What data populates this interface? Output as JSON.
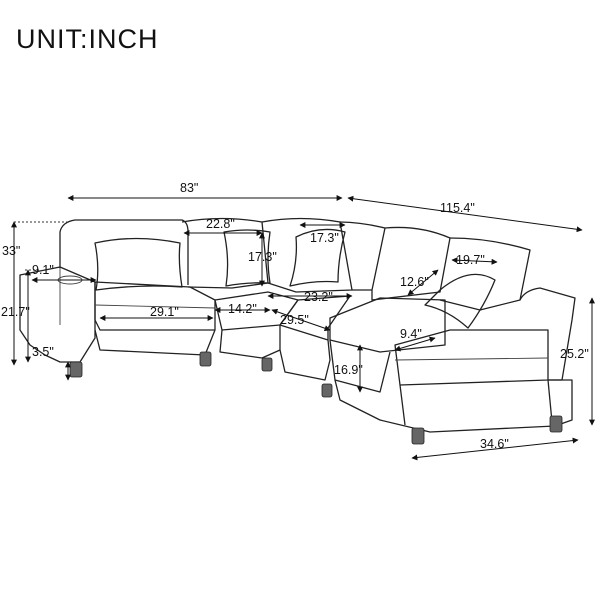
{
  "title": "UNIT:INCH",
  "dimensions": {
    "overall_width_left": "83\"",
    "overall_width_right": "115.4\"",
    "back_height": "33\"",
    "arm_height": "21.7\"",
    "leg_height": "3.5\"",
    "arm_width": "9.1\"",
    "pillow_width": "22.8\"",
    "pillow_width_2": "17.3\"",
    "pillow_height": "17.3\"",
    "pillow_width_3": "19.7\"",
    "pillow_height_2": "12.6\"",
    "seat_width_left": "29.1\"",
    "corner_seat_width": "14.2\"",
    "corner_seat_back": "23.2\"",
    "seat_width_mid": "29.5\"",
    "seat_depth_right": "9.4\"",
    "seat_height": "16.9\"",
    "depth": "25.2\"",
    "chaise_width": "34.6\""
  }
}
